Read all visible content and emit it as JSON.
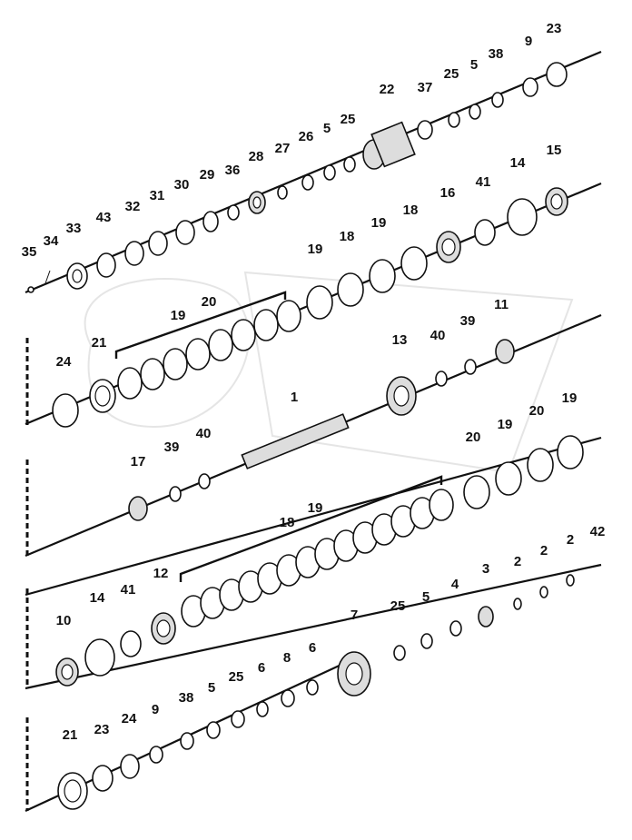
{
  "diagram": {
    "watermark": "OPEX",
    "rows": [
      {
        "id": "row-1",
        "parts": [
          {
            "ref": "35"
          },
          {
            "ref": "34"
          },
          {
            "ref": "33"
          },
          {
            "ref": "43"
          },
          {
            "ref": "32"
          },
          {
            "ref": "31"
          },
          {
            "ref": "30"
          },
          {
            "ref": "29"
          },
          {
            "ref": "36"
          },
          {
            "ref": "28"
          },
          {
            "ref": "27"
          },
          {
            "ref": "26"
          },
          {
            "ref": "5"
          },
          {
            "ref": "25"
          },
          {
            "ref": "22"
          },
          {
            "ref": "37"
          },
          {
            "ref": "25"
          },
          {
            "ref": "5"
          },
          {
            "ref": "38"
          },
          {
            "ref": "9"
          },
          {
            "ref": "23"
          }
        ]
      },
      {
        "id": "row-2",
        "parts": [
          {
            "ref": "24"
          },
          {
            "ref": "21"
          },
          {
            "ref": "19"
          },
          {
            "ref": "20"
          },
          {
            "ref": "19"
          },
          {
            "ref": "18"
          },
          {
            "ref": "19"
          },
          {
            "ref": "18"
          },
          {
            "ref": "16"
          },
          {
            "ref": "41"
          },
          {
            "ref": "14"
          },
          {
            "ref": "15"
          }
        ]
      },
      {
        "id": "row-3",
        "parts": [
          {
            "ref": "17"
          },
          {
            "ref": "39"
          },
          {
            "ref": "40"
          },
          {
            "ref": "1"
          },
          {
            "ref": "13"
          },
          {
            "ref": "40"
          },
          {
            "ref": "39"
          },
          {
            "ref": "11"
          }
        ]
      },
      {
        "id": "row-4",
        "parts": [
          {
            "ref": "20"
          },
          {
            "ref": "19"
          },
          {
            "ref": "20"
          },
          {
            "ref": "19"
          },
          {
            "ref": "18"
          },
          {
            "ref": "19"
          }
        ]
      },
      {
        "id": "row-5",
        "parts": [
          {
            "ref": "10"
          },
          {
            "ref": "14"
          },
          {
            "ref": "41"
          },
          {
            "ref": "12"
          },
          {
            "ref": "7"
          },
          {
            "ref": "25"
          },
          {
            "ref": "5"
          },
          {
            "ref": "4"
          },
          {
            "ref": "3"
          },
          {
            "ref": "2"
          },
          {
            "ref": "2"
          },
          {
            "ref": "2"
          },
          {
            "ref": "42"
          }
        ]
      },
      {
        "id": "row-6",
        "parts": [
          {
            "ref": "21"
          },
          {
            "ref": "23"
          },
          {
            "ref": "24"
          },
          {
            "ref": "9"
          },
          {
            "ref": "38"
          },
          {
            "ref": "5"
          },
          {
            "ref": "25"
          },
          {
            "ref": "6"
          },
          {
            "ref": "8"
          },
          {
            "ref": "6"
          }
        ]
      }
    ]
  }
}
